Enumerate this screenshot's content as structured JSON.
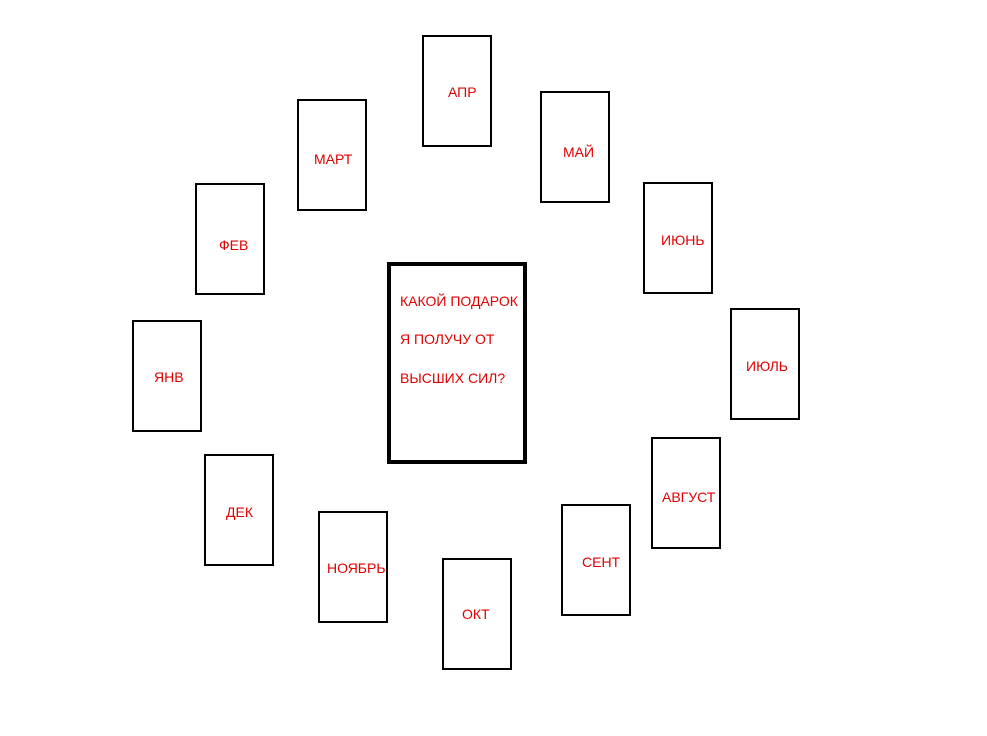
{
  "center": {
    "line1": "КАКОЙ ПОДАРОК",
    "line2": "Я ПОЛУЧУ ОТ",
    "line3": "ВЫСШИХ СИЛ?"
  },
  "months": {
    "apr": "АПР",
    "may": "МАЙ",
    "jun": "ИЮНЬ",
    "jul": "ИЮЛЬ",
    "aug": "АВГУСТ",
    "sep": "СЕНТ",
    "oct": "ОКТ",
    "nov": "НОЯБРЬ",
    "dec": "ДЕК",
    "jan": "ЯНВ",
    "feb": "ФЕВ",
    "mar": "МАРТ"
  },
  "colors": {
    "text": "#e00000",
    "border": "#000000",
    "background": "#ffffff"
  }
}
